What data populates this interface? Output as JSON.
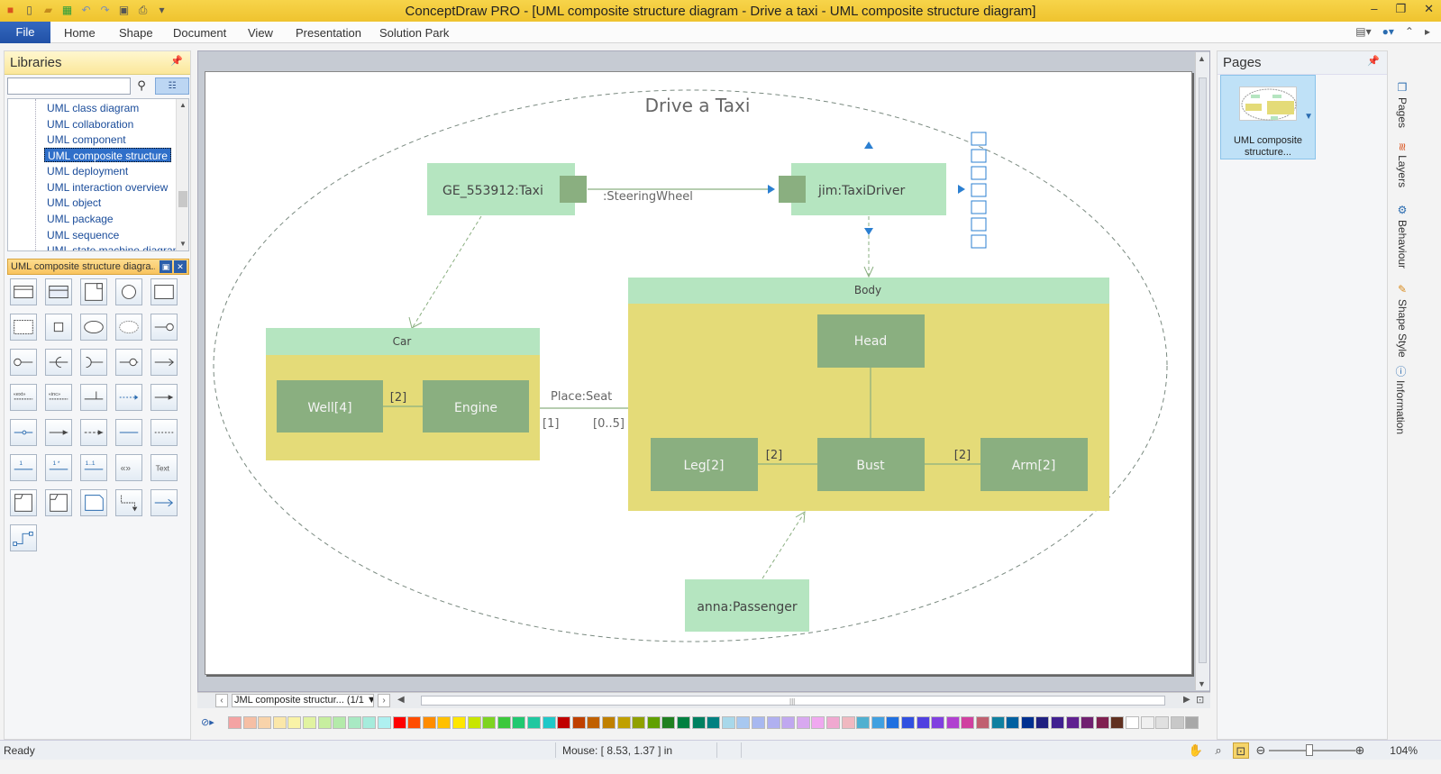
{
  "window": {
    "title": "ConceptDraw PRO - [UML composite structure diagram - Drive a taxi - UML composite structure diagram]"
  },
  "ribbon": {
    "file": "File",
    "tabs": [
      "Home",
      "Shape",
      "Document",
      "View",
      "Presentation",
      "Solution Park"
    ]
  },
  "libraries": {
    "title": "Libraries",
    "search_value": "",
    "tree": [
      "UML class diagram",
      "UML collaboration",
      "UML component",
      "UML composite structure",
      "UML deployment",
      "UML interaction overview",
      "UML object",
      "UML package",
      "UML sequence",
      "UML state machine diagram"
    ],
    "selected_index": 3,
    "open_library": "UML composite structure diagra...",
    "text_shape_label": "Text"
  },
  "diagram": {
    "title": "Drive a Taxi",
    "taxi": "GE_553912:Taxi",
    "steering": ":SteeringWheel",
    "driver": "jim:TaxiDriver",
    "car": {
      "label": "Car",
      "well": "Well[4]",
      "engine": "Engine",
      "mult": "[2]"
    },
    "seat": {
      "label": "Place:Seat",
      "m1": "[1]",
      "m2": "[0..5]"
    },
    "body": {
      "label": "Body",
      "head": "Head",
      "leg": "Leg[2]",
      "bust": "Bust",
      "arm": "Arm[2]",
      "leg_mult": "[2]",
      "arm_mult": "[2]"
    },
    "passenger": "anna:Passenger",
    "colors": {
      "green_light": "#b5e5c0",
      "green_dark": "#8aaf80",
      "yellow": "#e4db78",
      "text": "#555555"
    }
  },
  "pagebar": {
    "tab_label": "JML composite structur... (1/1"
  },
  "pages": {
    "title": "Pages",
    "thumb_label_1": "UML composite",
    "thumb_label_2": "structure..."
  },
  "sidetabs": [
    "Pages",
    "Layers",
    "Behaviour",
    "Shape Style",
    "Information"
  ],
  "status": {
    "ready": "Ready",
    "mouse": "Mouse: [ 8.53, 1.37 ] in",
    "zoom": "104%"
  },
  "palette": [
    "#f4a3a3",
    "#f6bfa5",
    "#f8d3aa",
    "#fbe7a9",
    "#f9f3a7",
    "#e1f3a1",
    "#c7ee9f",
    "#b4eaaa",
    "#a8e9c3",
    "#a6ecdc",
    "#aef0f0",
    "#ff0000",
    "#ff4d00",
    "#ff8c00",
    "#ffc000",
    "#ffe600",
    "#c8e600",
    "#7ed321",
    "#3cc83c",
    "#20c870",
    "#20c8a0",
    "#20c8c8",
    "#c00000",
    "#c04000",
    "#c06000",
    "#c08000",
    "#c0a000",
    "#90a000",
    "#60a000",
    "#208020",
    "#008040",
    "#008060",
    "#008080",
    "#a8d8ea",
    "#a8c8f0",
    "#a8b8f0",
    "#b0b0f0",
    "#c0a8f0",
    "#d8a8f0",
    "#f0a8f0",
    "#f0a8d0",
    "#f0b8c0",
    "#50b0d0",
    "#40a0e0",
    "#2070e0",
    "#3050e0",
    "#5040e0",
    "#8040e0",
    "#b040d0",
    "#d040a0",
    "#c06070",
    "#1080a0",
    "#0060a0",
    "#003090",
    "#202080",
    "#402090",
    "#602090",
    "#702070",
    "#802050",
    "#603020",
    "#ffffff",
    "#f0f0f0",
    "#e0e0e0",
    "#c8c8c8",
    "#a8a8a8"
  ]
}
